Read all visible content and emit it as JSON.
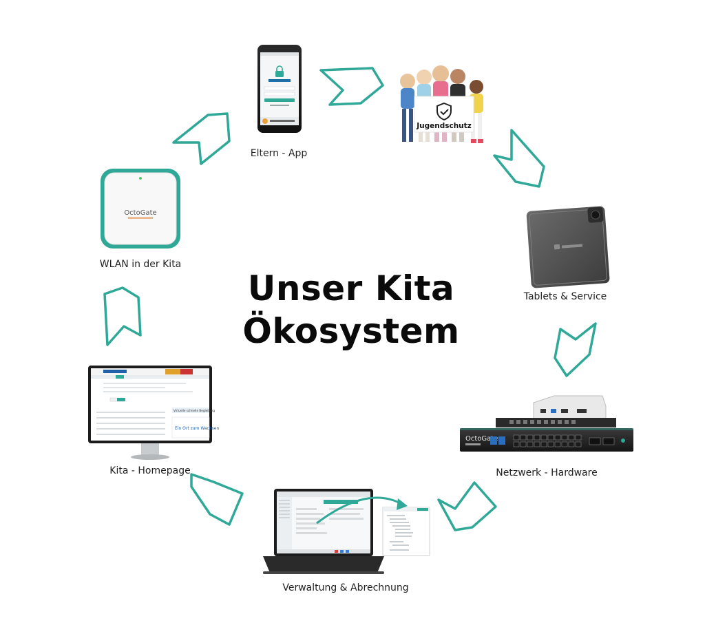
{
  "title_line1": "Unser Kita",
  "title_line2": "Ökosystem",
  "nodes": {
    "app": "Eltern - App",
    "jugendschutz": "Jugendschutz",
    "tablets": "Tablets & Service",
    "netzwerk": "Netzwerk - Hardware",
    "verwaltung": "Verwaltung & Abrechnung",
    "homepage": "Kita - Homepage",
    "wlan": "WLAN in der Kita"
  },
  "device_text": {
    "octogate": "OctoGate",
    "octogate_ap": "OctoGate",
    "monitor_banner": "Ein Ort zum Wachsen",
    "monitor_subtitle": "Virtuelle schnelle Begleitung"
  },
  "colors": {
    "accent": "#2fa898",
    "ink": "#0a0a0a"
  }
}
